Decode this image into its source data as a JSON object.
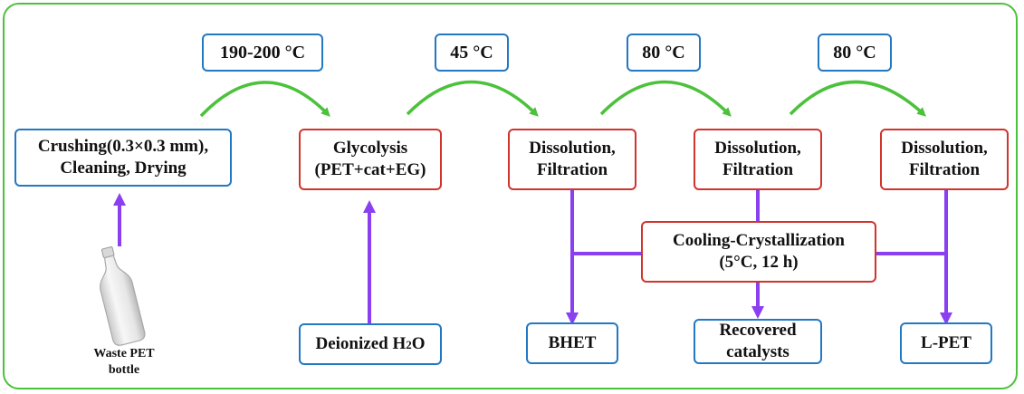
{
  "temperatures": [
    "190-200 °C",
    "45 °C",
    "80 °C",
    "80 °C"
  ],
  "steps": {
    "crushing": [
      "Crushing(0.3×0.3 mm),",
      "Cleaning, Drying"
    ],
    "glycolysis": [
      "Glycolysis",
      "(PET+cat+EG)"
    ],
    "dissolution1": [
      "Dissolution,",
      "Filtration"
    ],
    "dissolution2": [
      "Dissolution,",
      "Filtration"
    ],
    "dissolution3": [
      "Dissolution,",
      "Filtration"
    ],
    "cooling": [
      "Cooling-Crystallization",
      "(5°C, 12 h)"
    ]
  },
  "inputs": {
    "water_prefix": "Deionized H",
    "water_sub": "2",
    "water_suffix": "O",
    "bottle_caption": [
      "Waste PET",
      "bottle"
    ]
  },
  "products": {
    "bhet": "BHET",
    "catalysts": [
      "Recovered",
      "catalysts"
    ],
    "lpet": "L-PET"
  },
  "colors": {
    "frame": "#4cc13b",
    "blue_box": "#2378c4",
    "red_box": "#d0342c",
    "green_arrow": "#4cc13b",
    "purple_arrow": "#8a3ff0"
  }
}
